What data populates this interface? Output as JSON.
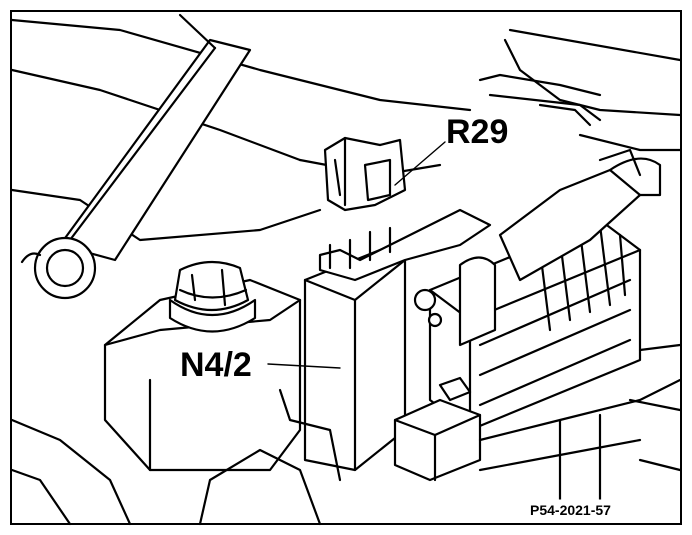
{
  "labels": {
    "relay": "R29",
    "control_unit": "N4/2",
    "figure_ref": "P54-2021-57"
  }
}
